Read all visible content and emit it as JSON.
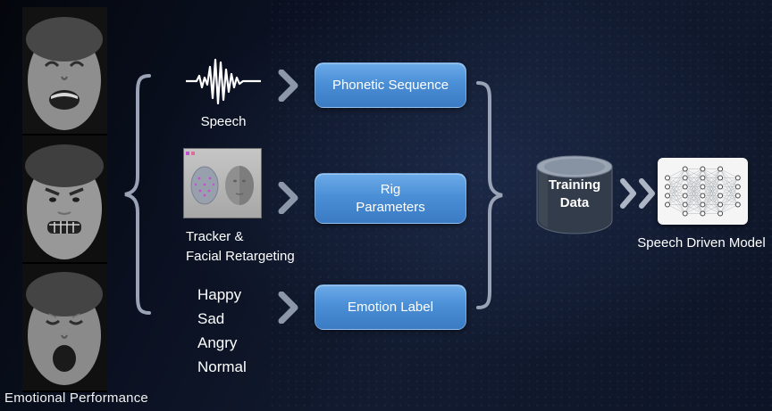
{
  "left": {
    "caption": "Emotional Performance"
  },
  "inputs": {
    "speech": {
      "label": "Speech",
      "output": "Phonetic Sequence"
    },
    "tracker": {
      "label_line1": "Tracker &",
      "label_line2": "Facial Retargeting",
      "output_line1": "Rig",
      "output_line2": "Parameters"
    },
    "emotion": {
      "items": [
        "Happy",
        "Sad",
        "Angry",
        "Normal"
      ],
      "output": "Emotion Label"
    }
  },
  "training": {
    "line1": "Training",
    "line2": "Data"
  },
  "model": {
    "caption": "Speech Driven Model"
  },
  "icons": {
    "waveform": "speech-waveform-icon",
    "chevron": "chevron-right-icon",
    "database": "database-cylinder-icon",
    "network": "neural-network-icon"
  },
  "colors": {
    "accent_blue_top": "#6cabe9",
    "accent_blue_bottom": "#3a7bc4",
    "chevron_gray": "#8d97aa",
    "cylinder_top": "#9aa4b2",
    "cylinder_body": "#323c4a",
    "background_navy": "#0c1220",
    "panel_white": "#f5f5f5"
  }
}
